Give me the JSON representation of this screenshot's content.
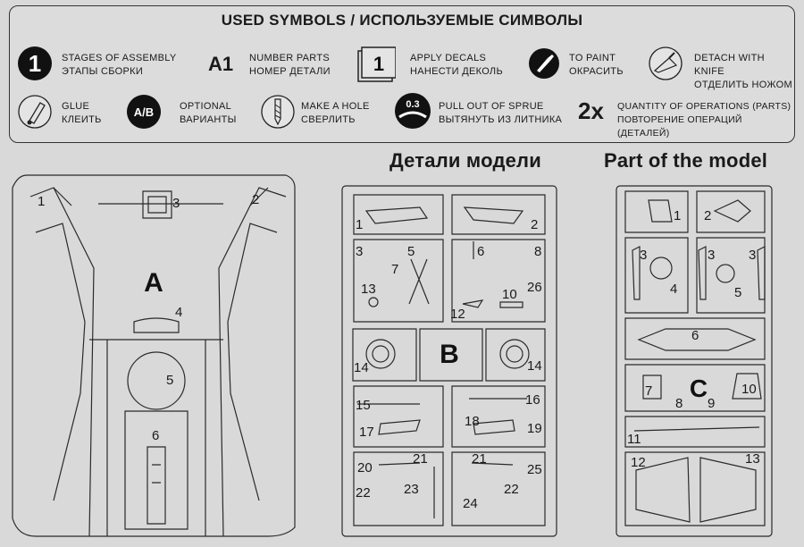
{
  "legend": {
    "title": "USED SYMBOLS / ИСПОЛЬЗУЕМЫЕ СИМВОЛЫ",
    "symbols": {
      "stage": {
        "glyph": "1",
        "en": "STAGES OF ASSEMBLY",
        "ru": "ЭТАПЫ СБОРКИ",
        "icon": "stage-circle-icon"
      },
      "number": {
        "glyph": "A1",
        "en": "NUMBER PARTS",
        "ru": "НОМЕР ДЕТАЛИ"
      },
      "decal": {
        "glyph": "1",
        "en": "APPLY DECALS",
        "ru": "НАНЕСТИ ДЕКОЛЬ",
        "icon": "decal-box-icon"
      },
      "paint": {
        "en": "TO PAINT",
        "ru": "ОКРАСИТЬ",
        "icon": "paintbrush-icon"
      },
      "knife": {
        "en": "DETACH WITH KNIFE",
        "ru": "ОТДЕЛИТЬ НОЖОМ",
        "icon": "knife-icon"
      },
      "glue": {
        "en": "GLUE",
        "ru": "КЛЕИТЬ",
        "icon": "glue-tube-icon"
      },
      "optional": {
        "glyph": "A/B",
        "en": "OPTIONAL",
        "ru": "ВАРИАНТЫ",
        "icon": "optional-ab-icon"
      },
      "hole": {
        "en": "MAKE A HOLE",
        "ru": "СВЕРЛИТЬ",
        "icon": "drill-icon"
      },
      "sprue": {
        "glyph": "0.3",
        "en": "PULL OUT OF SPRUE",
        "ru": "ВЫТЯНУТЬ ИЗ ЛИТНИКА",
        "icon": "stretch-sprue-icon"
      },
      "repeat": {
        "glyph": "2x",
        "en": "QUANTITY OF OPERATIONS (PARTS)",
        "ru": "ПОВТОРЕНИЕ ОПЕРАЦИЙ (ДЕТАЛЕЙ)"
      }
    }
  },
  "heading": {
    "ru": "Детали модели",
    "en": "Part of the model"
  },
  "sprues": {
    "A": {
      "label": "A",
      "parts": [
        "1",
        "2",
        "3",
        "4",
        "5",
        "6"
      ]
    },
    "B": {
      "label": "B",
      "parts": [
        "1",
        "2",
        "3",
        "5",
        "6",
        "8",
        "7",
        "13",
        "10",
        "26",
        "12",
        "14",
        "14",
        "15",
        "16",
        "17",
        "18",
        "19",
        "20",
        "21",
        "21",
        "25",
        "22",
        "23",
        "22",
        "24"
      ]
    },
    "C": {
      "label": "C",
      "parts": [
        "1",
        "2",
        "3",
        "3",
        "3",
        "4",
        "5",
        "6",
        "7",
        "8",
        "9",
        "10",
        "11",
        "12",
        "13"
      ]
    }
  }
}
